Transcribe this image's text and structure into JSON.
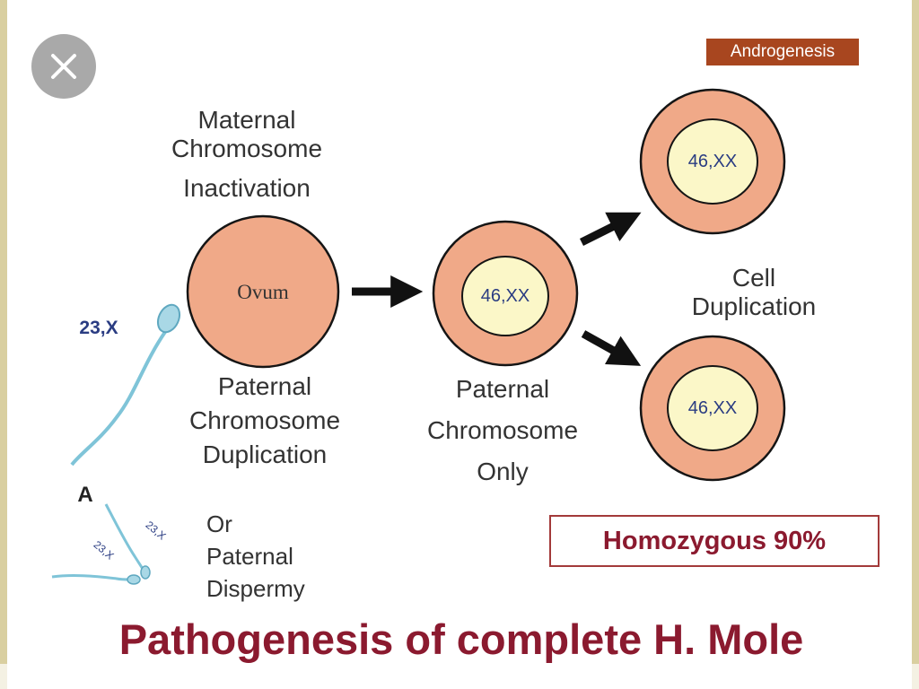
{
  "tag": "Androgenesis",
  "maternal_label": [
    "Maternal",
    "Chromosome",
    "Inactivation"
  ],
  "ovum_label": "Ovum",
  "sperm_label": "23,X",
  "paternal_dup_label": [
    "Paternal",
    "Chromosome",
    "Duplication"
  ],
  "cell_center_label": "46,XX",
  "paternal_only_label": [
    "Paternal",
    "Chromosome",
    "Only"
  ],
  "cell_top_label": "46,XX",
  "cell_bottom_label": "46,XX",
  "cell_dup_label": [
    "Cell",
    "Duplication"
  ],
  "panel_letter": "A",
  "sperm_small_1": "23,X",
  "sperm_small_2": "23,X",
  "dispermy_label": [
    "Or",
    "Paternal",
    "Dispermy"
  ],
  "result_box": "Homozygous 90%",
  "title": "Pathogenesis of complete H. Mole",
  "colors": {
    "cell_outer": "#f0a988",
    "cell_border": "#151515",
    "nucleus": "#fbf7c8",
    "title": "#8b1a2f",
    "tag_bg": "#a8461f",
    "sperm": "#7fc4d8"
  },
  "icons": {
    "close": "close-icon"
  }
}
